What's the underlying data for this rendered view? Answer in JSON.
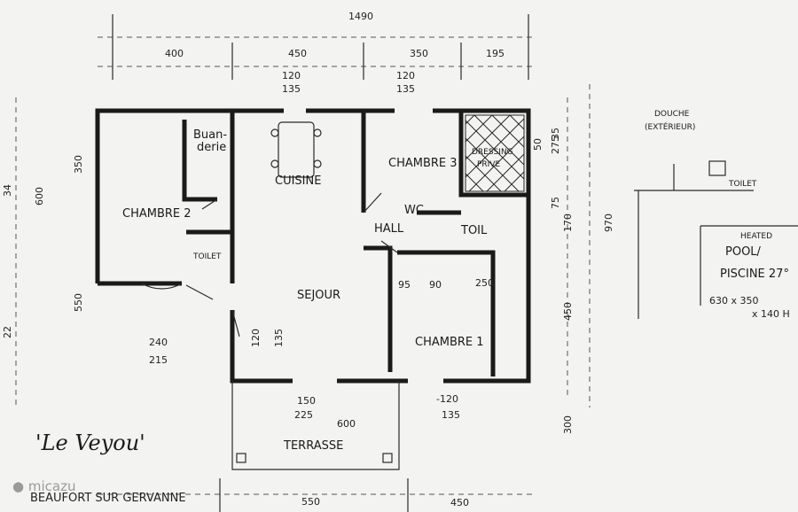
{
  "plan": {
    "name": "'Le Veyou'",
    "location": "BEAUFORT SUR GERVANNE",
    "rooms": {
      "chambre2": "CHAMBRE 2",
      "buanderie_1": "Buan-",
      "buanderie_2": "derie",
      "toilet_small": "TOILET",
      "cuisine": "CUISINE",
      "chambre3": "CHAMBRE 3",
      "dressing_1": "DRESSING",
      "dressing_2": "PRIVE",
      "wc": "WC",
      "hall": "HALL",
      "toil": "TOIL",
      "sejour": "SEJOUR",
      "chambre1": "CHAMBRE 1",
      "terrasse": "TERRASSE"
    },
    "outdoor": {
      "douche_1": "DOUCHE",
      "douche_2": "(EXTÉRIEUR)",
      "toilet": "TOILET",
      "pool_1": "HEATED",
      "pool_2": "POOL/",
      "pool_3": "PISCINE 27°",
      "pool_4": "630 x 350",
      "pool_5": "x 140 H"
    },
    "dims": {
      "total": "1490",
      "d400": "400",
      "d450": "450",
      "d350": "350",
      "d195": "195",
      "door1_a": "120",
      "door1_b": "135",
      "door2_a": "120",
      "door2_b": "135",
      "left_600": "600",
      "left_350": "350",
      "left_550": "550",
      "left_mark1": "34",
      "left_mark2": "22",
      "d240": "240",
      "d215": "215",
      "d95": "95",
      "d90": "90",
      "d250": "250",
      "sej_120": "120",
      "sej_135": "135",
      "d150": "150",
      "d225": "225",
      "d600": "600",
      "d120b": "-120",
      "d135b": "135",
      "r50": "50",
      "r275": "275",
      "r35": "35",
      "r75": "75",
      "r170": "170",
      "r450": "450",
      "r970": "970",
      "r300": "300",
      "b550": "550",
      "b450": "450"
    }
  },
  "watermark": "micazu"
}
